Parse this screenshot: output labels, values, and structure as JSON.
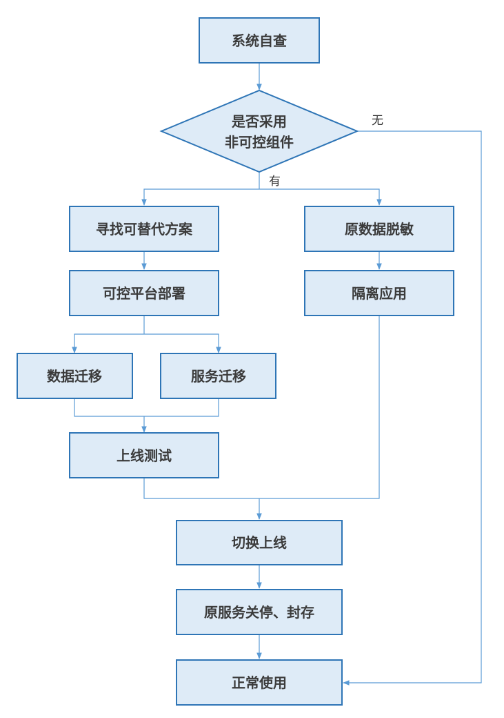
{
  "nodes": {
    "self_check": "系统自查",
    "decision_line1": "是否采用",
    "decision_line2": "非可控组件",
    "find_alternative": "寻找可替代方案",
    "deploy_platform": "可控平台部署",
    "data_migration": "数据迁移",
    "service_migration": "服务迁移",
    "online_test": "上线测试",
    "desensitize": "原数据脱敏",
    "isolate": "隔离应用",
    "switch_online": "切换上线",
    "stop_archive": "原服务关停、封存",
    "normal_use": "正常使用"
  },
  "edges": {
    "yes_label": "有",
    "no_label": "无"
  },
  "colors": {
    "node_fill": "#deebf7",
    "node_border": "#2e75b6",
    "connector": "#5b9bd5",
    "text": "#3b3b3b"
  }
}
